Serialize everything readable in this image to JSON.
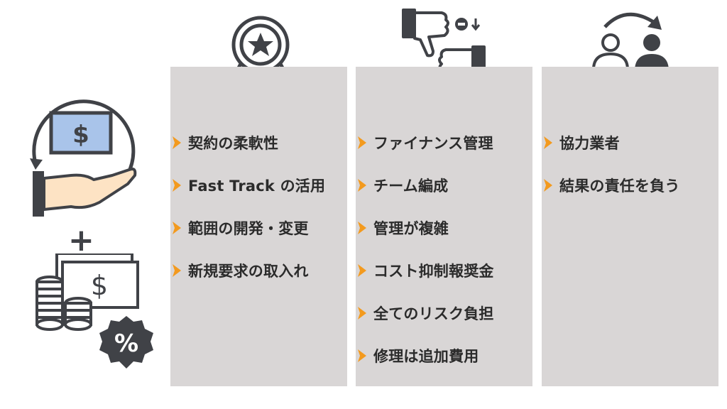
{
  "columns": [
    {
      "icon": "award-ribbon-icon",
      "items": [
        "契約の柔軟性",
        "Fast Track の活用",
        "範囲の開発・変更",
        "新規要求の取入れ"
      ]
    },
    {
      "icon": "thumbs-down-icon",
      "items": [
        "ファイナンス管理",
        "チーム編成",
        "管理が複雑",
        "コスト抑制報奨金",
        "全てのリスク負担",
        "修理は追加費用"
      ]
    },
    {
      "icon": "user-exchange-icon",
      "items": [
        "協力業者",
        "結果の責任を負う"
      ]
    }
  ],
  "left_graphic": {
    "icons": [
      "hand-money-cycle-icon",
      "plus-icon",
      "cash-coins-icon",
      "percent-badge-icon"
    ],
    "dollar_symbol": "$",
    "plus_symbol": "+",
    "percent_symbol": "%"
  },
  "colors": {
    "panel": "#d9d6d6",
    "arrow": "#f39a1e",
    "text": "#2b2b2b",
    "icon_dark": "#404247",
    "money_blue": "#a9c4ea",
    "hand_skin": "#fde3c4"
  }
}
